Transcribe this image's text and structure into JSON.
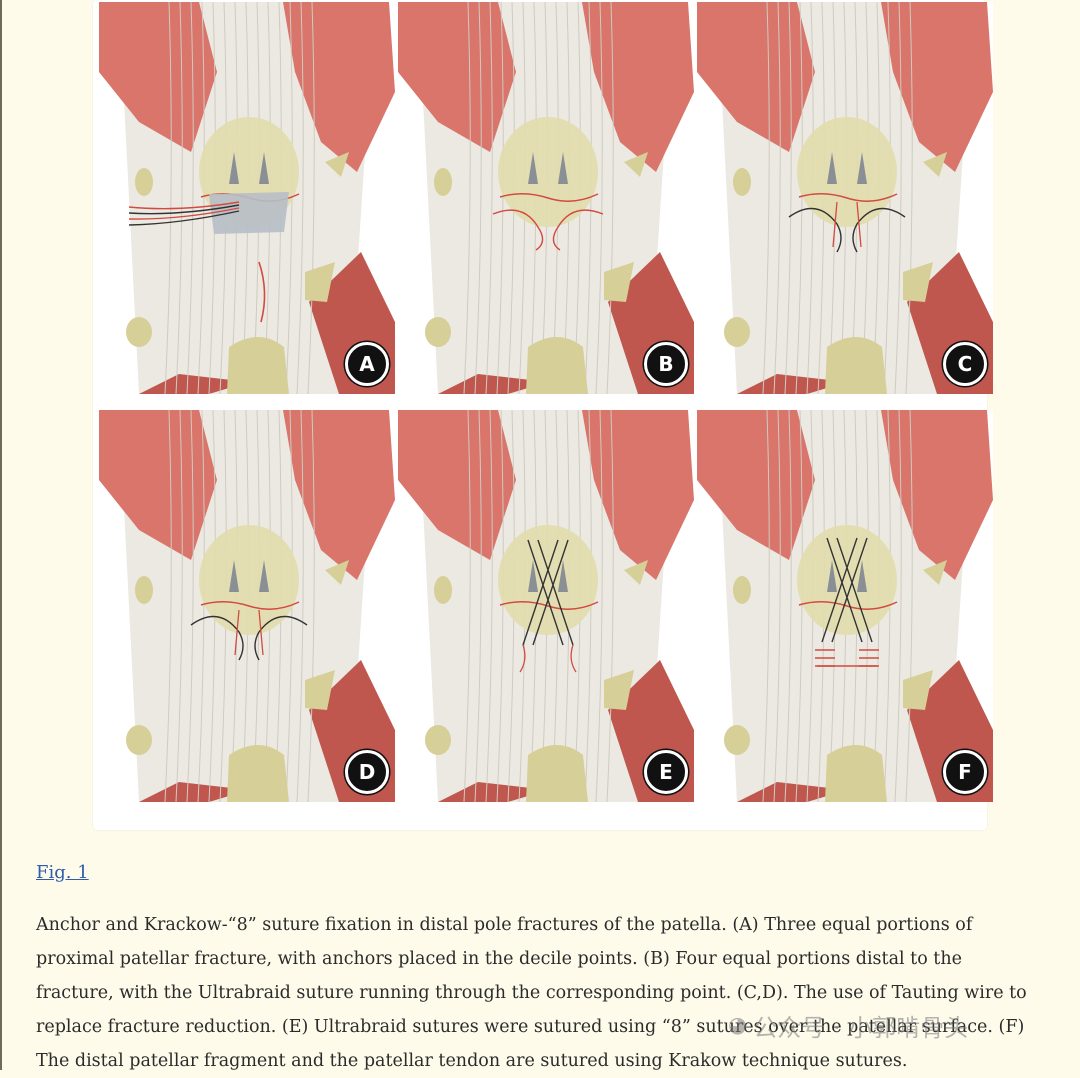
{
  "figure": {
    "panels": [
      {
        "label": "A",
        "variant": "anchors"
      },
      {
        "label": "B",
        "variant": "portions"
      },
      {
        "label": "C",
        "variant": "wire"
      },
      {
        "label": "D",
        "variant": "wire"
      },
      {
        "label": "E",
        "variant": "figure8"
      },
      {
        "label": "F",
        "variant": "krakow"
      }
    ],
    "colors": {
      "muscle": "#d9756b",
      "muscle_dark": "#c0574e",
      "tendon": "#ebe9e2",
      "bone": "#d7cf98",
      "patella": "#e2dcae",
      "suture": "#d24a40",
      "wire": "#333333"
    }
  },
  "link": {
    "label": "Fig. 1"
  },
  "caption": {
    "text": "Anchor and Krackow-“8” suture fixation in distal pole fractures of the patella. (A) Three equal portions of proximal patellar fracture, with anchors placed in the decile points. (B) Four equal portions distal to the fracture, with the Ultrabraid suture running through the corresponding point. (C,D). The use of Tauting wire to replace fracture reduction. (E) Ultrabraid sutures were sutured using “8” sutures over the patellar surface. (F) The distal patellar fragment and the patellar tendon are sutured using Krakow technique sutures."
  },
  "watermark": {
    "icon": "wechat-icon",
    "text": "公众号 · 小郭啃骨头"
  }
}
